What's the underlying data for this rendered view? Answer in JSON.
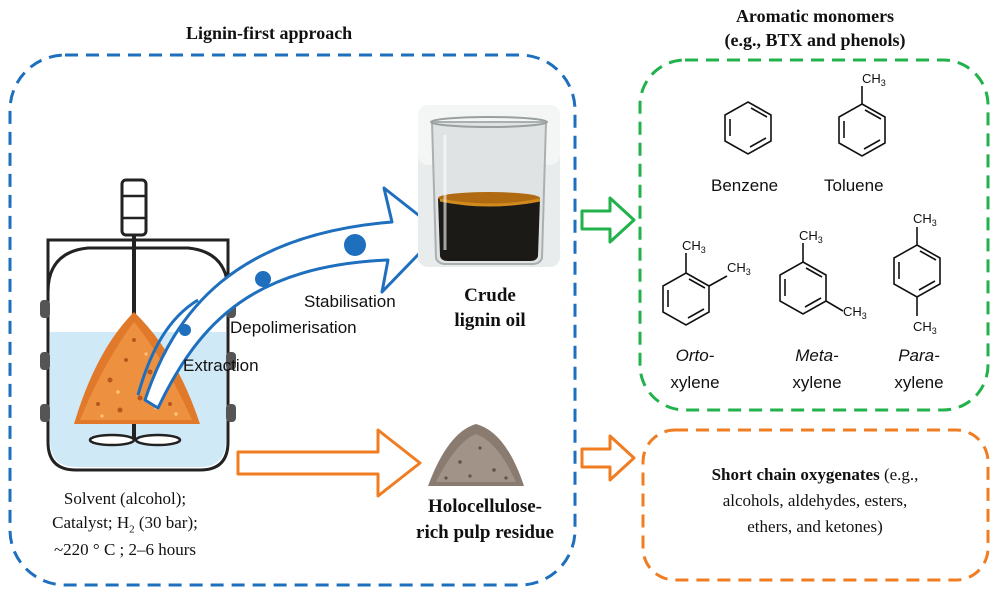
{
  "title": "Lignin-first approach",
  "aromatic": {
    "title_line1": "Aromatic monomers",
    "title_line2": "(e.g., BTX and phenols)",
    "molecules": {
      "benzene": "Benzene",
      "toluene": "Toluene",
      "orto_prefix": "Orto-",
      "meta_prefix": "Meta-",
      "para_prefix": "Para-",
      "xylene": "xylene",
      "ch3": "CH",
      "ch3_sub": "3"
    }
  },
  "process": {
    "extraction": "Extraction",
    "depolimerisation": "Depolimerisation",
    "stabilisation": "Stabilisation"
  },
  "crude_oil": {
    "line1": "Crude",
    "line2": "lignin oil"
  },
  "residue": {
    "line1": "Holocellulose-",
    "line2": "rich pulp residue"
  },
  "conditions": {
    "line1": "Solvent (alcohol);",
    "line2_pre": "Catalyst; H",
    "line2_sub": "2",
    "line2_post": " (30 bar);",
    "line3": "~220 ° C ; 2–6 hours"
  },
  "oxygenates": {
    "bold": "Short chain oxygenates",
    "line1_rest": " (e.g.,",
    "line2": "alcohols, aldehydes, esters,",
    "line3": "ethers, and ketones)"
  },
  "colors": {
    "blue": "#1e6fbd",
    "green": "#22b24c",
    "orange": "#f07d22",
    "sawdust": "#e07a2a",
    "liquid": "#cfe9f7"
  }
}
